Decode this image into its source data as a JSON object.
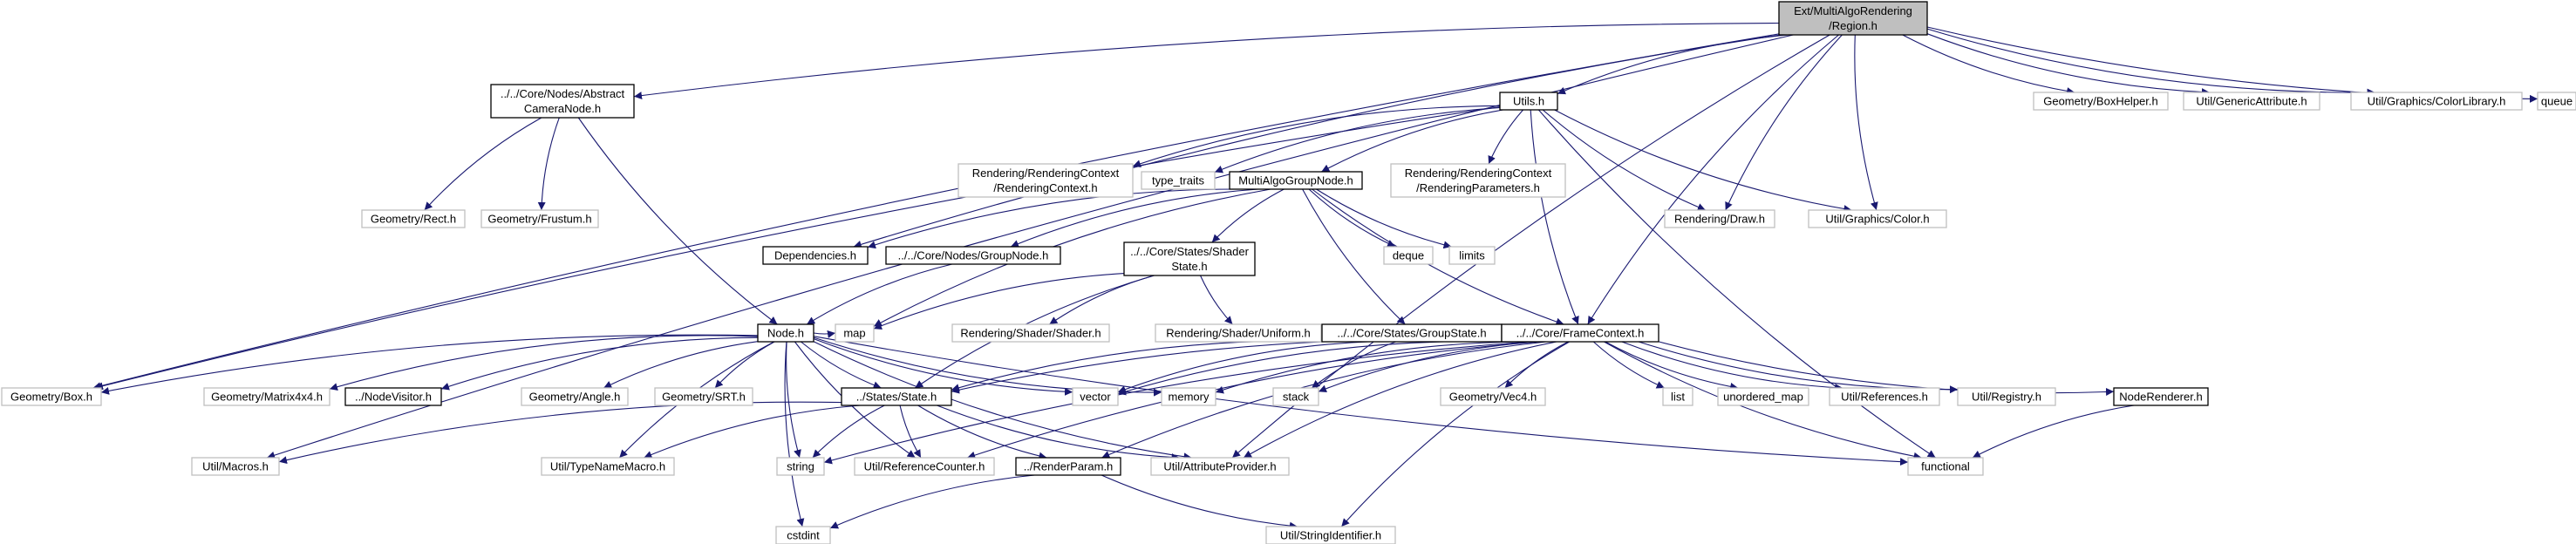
{
  "diagram": {
    "nodes": [
      {
        "id": "region",
        "lines": [
          "Ext/MultiAlgoRendering",
          "/Region.h"
        ],
        "style": "root"
      },
      {
        "id": "abstractcam",
        "lines": [
          "../../Core/Nodes/Abstract",
          "CameraNode.h"
        ],
        "style": "black"
      },
      {
        "id": "utils",
        "lines": [
          "Utils.h"
        ],
        "style": "black"
      },
      {
        "id": "boxhelper",
        "lines": [
          "Geometry/BoxHelper.h"
        ],
        "style": "gray"
      },
      {
        "id": "genericattr",
        "lines": [
          "Util/GenericAttribute.h"
        ],
        "style": "gray"
      },
      {
        "id": "colorlib",
        "lines": [
          "Util/Graphics/ColorLibrary.h"
        ],
        "style": "gray"
      },
      {
        "id": "queue",
        "lines": [
          "queue"
        ],
        "style": "gray"
      },
      {
        "id": "rect",
        "lines": [
          "Geometry/Rect.h"
        ],
        "style": "gray"
      },
      {
        "id": "frustum",
        "lines": [
          "Geometry/Frustum.h"
        ],
        "style": "gray"
      },
      {
        "id": "rendctx",
        "lines": [
          "Rendering/RenderingContext",
          "/RenderingContext.h"
        ],
        "style": "gray"
      },
      {
        "id": "typetraits",
        "lines": [
          "type_traits"
        ],
        "style": "gray"
      },
      {
        "id": "magn",
        "lines": [
          "MultiAlgoGroupNode.h"
        ],
        "style": "black"
      },
      {
        "id": "rendparams",
        "lines": [
          "Rendering/RenderingContext",
          "/RenderingParameters.h"
        ],
        "style": "gray"
      },
      {
        "id": "draw",
        "lines": [
          "Rendering/Draw.h"
        ],
        "style": "gray"
      },
      {
        "id": "color",
        "lines": [
          "Util/Graphics/Color.h"
        ],
        "style": "gray"
      },
      {
        "id": "deps",
        "lines": [
          "Dependencies.h"
        ],
        "style": "black"
      },
      {
        "id": "groupnode",
        "lines": [
          "../../Core/Nodes/GroupNode.h"
        ],
        "style": "black"
      },
      {
        "id": "shaderstate",
        "lines": [
          "../../Core/States/Shader",
          "State.h"
        ],
        "style": "black"
      },
      {
        "id": "deque",
        "lines": [
          "deque"
        ],
        "style": "gray"
      },
      {
        "id": "limits",
        "lines": [
          "limits"
        ],
        "style": "gray"
      },
      {
        "id": "map",
        "lines": [
          "map"
        ],
        "style": "gray"
      },
      {
        "id": "shader",
        "lines": [
          "Rendering/Shader/Shader.h"
        ],
        "style": "gray"
      },
      {
        "id": "uniform",
        "lines": [
          "Rendering/Shader/Uniform.h"
        ],
        "style": "gray"
      },
      {
        "id": "groupstate",
        "lines": [
          "../../Core/States/GroupState.h"
        ],
        "style": "black"
      },
      {
        "id": "framectx",
        "lines": [
          "../../Core/FrameContext.h"
        ],
        "style": "black"
      },
      {
        "id": "node",
        "lines": [
          "Node.h"
        ],
        "style": "black"
      },
      {
        "id": "box",
        "lines": [
          "Geometry/Box.h"
        ],
        "style": "gray"
      },
      {
        "id": "matrix",
        "lines": [
          "Geometry/Matrix4x4.h"
        ],
        "style": "gray"
      },
      {
        "id": "nodevisitor",
        "lines": [
          "../NodeVisitor.h"
        ],
        "style": "black"
      },
      {
        "id": "angle",
        "lines": [
          "Geometry/Angle.h"
        ],
        "style": "gray"
      },
      {
        "id": "srt",
        "lines": [
          "Geometry/SRT.h"
        ],
        "style": "gray"
      },
      {
        "id": "state",
        "lines": [
          "../States/State.h"
        ],
        "style": "black"
      },
      {
        "id": "vector",
        "lines": [
          "vector"
        ],
        "style": "gray"
      },
      {
        "id": "memory",
        "lines": [
          "memory"
        ],
        "style": "gray"
      },
      {
        "id": "stack",
        "lines": [
          "stack"
        ],
        "style": "gray"
      },
      {
        "id": "vec4",
        "lines": [
          "Geometry/Vec4.h"
        ],
        "style": "gray"
      },
      {
        "id": "list",
        "lines": [
          "list"
        ],
        "style": "gray"
      },
      {
        "id": "umap",
        "lines": [
          "unordered_map"
        ],
        "style": "gray"
      },
      {
        "id": "references",
        "lines": [
          "Util/References.h"
        ],
        "style": "gray"
      },
      {
        "id": "registry",
        "lines": [
          "Util/Registry.h"
        ],
        "style": "gray"
      },
      {
        "id": "noderenderer",
        "lines": [
          "NodeRenderer.h"
        ],
        "style": "black"
      },
      {
        "id": "macros",
        "lines": [
          "Util/Macros.h"
        ],
        "style": "gray"
      },
      {
        "id": "typename",
        "lines": [
          "Util/TypeNameMacro.h"
        ],
        "style": "gray"
      },
      {
        "id": "string",
        "lines": [
          "string"
        ],
        "style": "gray"
      },
      {
        "id": "refcounter",
        "lines": [
          "Util/ReferenceCounter.h"
        ],
        "style": "gray"
      },
      {
        "id": "renderparam",
        "lines": [
          "../RenderParam.h"
        ],
        "style": "black"
      },
      {
        "id": "attrprov",
        "lines": [
          "Util/AttributeProvider.h"
        ],
        "style": "gray"
      },
      {
        "id": "functional",
        "lines": [
          "functional"
        ],
        "style": "gray"
      },
      {
        "id": "cstdint",
        "lines": [
          "cstdint"
        ],
        "style": "gray"
      },
      {
        "id": "strident",
        "lines": [
          "Util/StringIdentifier.h"
        ],
        "style": "gray"
      }
    ],
    "edges": [
      [
        "region",
        "abstractcam"
      ],
      [
        "region",
        "utils"
      ],
      [
        "region",
        "boxhelper"
      ],
      [
        "region",
        "genericattr"
      ],
      [
        "region",
        "colorlib"
      ],
      [
        "region",
        "queue"
      ],
      [
        "region",
        "deps"
      ],
      [
        "region",
        "draw"
      ],
      [
        "region",
        "color"
      ],
      [
        "region",
        "framectx"
      ],
      [
        "region",
        "box"
      ],
      [
        "region",
        "macros"
      ],
      [
        "region",
        "attrprov"
      ],
      [
        "abstractcam",
        "rect"
      ],
      [
        "abstractcam",
        "frustum"
      ],
      [
        "abstractcam",
        "node"
      ],
      [
        "utils",
        "rendctx"
      ],
      [
        "utils",
        "typetraits"
      ],
      [
        "utils",
        "magn"
      ],
      [
        "utils",
        "rendparams"
      ],
      [
        "utils",
        "draw"
      ],
      [
        "utils",
        "color"
      ],
      [
        "utils",
        "framectx"
      ],
      [
        "utils",
        "box"
      ],
      [
        "utils",
        "functional"
      ],
      [
        "magn",
        "deps"
      ],
      [
        "magn",
        "groupnode"
      ],
      [
        "magn",
        "shaderstate"
      ],
      [
        "magn",
        "deque"
      ],
      [
        "magn",
        "limits"
      ],
      [
        "magn",
        "map"
      ],
      [
        "magn",
        "groupstate"
      ],
      [
        "magn",
        "framectx"
      ],
      [
        "groupnode",
        "node"
      ],
      [
        "shaderstate",
        "map"
      ],
      [
        "shaderstate",
        "shader"
      ],
      [
        "shaderstate",
        "uniform"
      ],
      [
        "shaderstate",
        "state"
      ],
      [
        "groupstate",
        "state"
      ],
      [
        "groupstate",
        "vector"
      ],
      [
        "groupstate",
        "stack"
      ],
      [
        "framectx",
        "state"
      ],
      [
        "framectx",
        "vector"
      ],
      [
        "framectx",
        "memory"
      ],
      [
        "framectx",
        "stack"
      ],
      [
        "framectx",
        "vec4"
      ],
      [
        "framectx",
        "list"
      ],
      [
        "framectx",
        "umap"
      ],
      [
        "framectx",
        "references"
      ],
      [
        "framectx",
        "registry"
      ],
      [
        "framectx",
        "noderenderer"
      ],
      [
        "framectx",
        "string"
      ],
      [
        "framectx",
        "refcounter"
      ],
      [
        "framectx",
        "renderparam"
      ],
      [
        "framectx",
        "attrprov"
      ],
      [
        "framectx",
        "functional"
      ],
      [
        "framectx",
        "strident"
      ],
      [
        "node",
        "box"
      ],
      [
        "node",
        "matrix"
      ],
      [
        "node",
        "nodevisitor"
      ],
      [
        "node",
        "angle"
      ],
      [
        "node",
        "srt"
      ],
      [
        "node",
        "state"
      ],
      [
        "node",
        "vector"
      ],
      [
        "node",
        "memory"
      ],
      [
        "node",
        "typename"
      ],
      [
        "node",
        "string"
      ],
      [
        "node",
        "refcounter"
      ],
      [
        "node",
        "attrprov"
      ],
      [
        "node",
        "functional"
      ],
      [
        "node",
        "cstdint"
      ],
      [
        "node",
        "map"
      ],
      [
        "state",
        "macros"
      ],
      [
        "state",
        "typename"
      ],
      [
        "state",
        "string"
      ],
      [
        "state",
        "refcounter"
      ],
      [
        "state",
        "renderparam"
      ],
      [
        "state",
        "attrprov"
      ],
      [
        "renderparam",
        "cstdint"
      ],
      [
        "renderparam",
        "strident"
      ],
      [
        "noderenderer",
        "functional"
      ]
    ]
  }
}
